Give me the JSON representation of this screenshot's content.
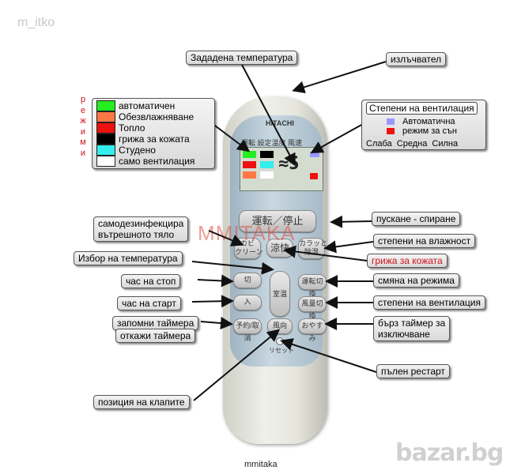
{
  "watermark_top": "m_itko",
  "watermark_center": "MMITAKA",
  "caption": "mmitaka",
  "site_logo": "bazar.bg",
  "remote_brand": "HITACHI",
  "reset_label": "リセット",
  "modes_vertical_label": "режими",
  "modes": [
    {
      "color": "#22ee22",
      "label": "автоматичен"
    },
    {
      "color": "#ff7744",
      "label": "Обезвлажняване"
    },
    {
      "color": "#ee1111",
      "label": "Топло"
    },
    {
      "color": "#000000",
      "label": "грижа за кожата"
    },
    {
      "color": "#33eeee",
      "label": "Студено"
    },
    {
      "color": "#ffffff",
      "label": "само вентилация"
    }
  ],
  "fan_box": {
    "title": "Степени на вентилация",
    "auto_color": "#9999ff",
    "auto_label": "Автоматична",
    "sleep_color": "#ee1111",
    "sleep_label": "режим за сън",
    "speeds": "Слаба  Средна  Силна"
  },
  "labels": {
    "set_temp": "Зададена температура",
    "emitter": "излъчвател",
    "self_disinfect": "самодезинфекцира\nвътрешното тяло",
    "temp_select": "Избор на температура",
    "stop_time": "час на стоп",
    "start_time": "час на старт",
    "save_timer": "запомни таймера",
    "cancel_timer": "откажи таймера",
    "louver": "позиция на клапите",
    "power": "пускане - спиране",
    "humidity": "степени на влажност",
    "skin_care": "грижа за кожата",
    "mode_change": "смяна на режима",
    "fan_levels": "степени на вентилация",
    "quick_timer": "бърз таймер за\nизключване",
    "full_restart": "пълен рестарт"
  },
  "keys": {
    "power": "運転／停止",
    "clean": "カビ\nクリーン",
    "comfort": "涼快",
    "humid": "カラッと\n除湿",
    "stop": "切",
    "start": "入",
    "temp": "室温",
    "mode": "運転切換",
    "fan": "風量切換",
    "reserve": "予約/取消",
    "louver": "風向",
    "sleep": "おやすみ"
  },
  "display_headers": "運転 設定温度 風速"
}
